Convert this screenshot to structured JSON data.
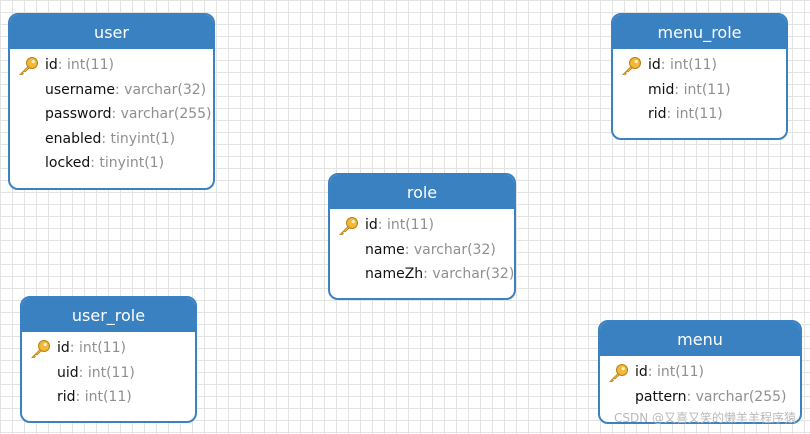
{
  "tables": [
    {
      "name": "user",
      "fields": [
        {
          "name": "id",
          "type": ": int(11)",
          "pk": true
        },
        {
          "name": "username",
          "type": ": varchar(32)",
          "pk": false
        },
        {
          "name": "password",
          "type": ": varchar(255)",
          "pk": false
        },
        {
          "name": "enabled",
          "type": ": tinyint(1)",
          "pk": false
        },
        {
          "name": "locked",
          "type": ": tinyint(1)",
          "pk": false
        }
      ]
    },
    {
      "name": "menu_role",
      "fields": [
        {
          "name": "id",
          "type": ": int(11)",
          "pk": true
        },
        {
          "name": "mid",
          "type": ": int(11)",
          "pk": false
        },
        {
          "name": "rid",
          "type": ": int(11)",
          "pk": false
        }
      ]
    },
    {
      "name": "role",
      "fields": [
        {
          "name": "id",
          "type": ": int(11)",
          "pk": true
        },
        {
          "name": "name",
          "type": ": varchar(32)",
          "pk": false
        },
        {
          "name": "nameZh",
          "type": ": varchar(32)",
          "pk": false
        }
      ]
    },
    {
      "name": "user_role",
      "fields": [
        {
          "name": "id",
          "type": ": int(11)",
          "pk": true
        },
        {
          "name": "uid",
          "type": ": int(11)",
          "pk": false
        },
        {
          "name": "rid",
          "type": ": int(11)",
          "pk": false
        }
      ]
    },
    {
      "name": "menu",
      "fields": [
        {
          "name": "id",
          "type": ": int(11)",
          "pk": true
        },
        {
          "name": "pattern",
          "type": ": varchar(255)",
          "pk": false
        }
      ]
    }
  ],
  "watermark": "CSDN @又喜又笑的懒羊羊程序猿",
  "colors": {
    "header": "#3a81c1",
    "border": "#3b82c4",
    "key": "#f0b429"
  },
  "icons": {
    "primary_key": "key-icon"
  }
}
